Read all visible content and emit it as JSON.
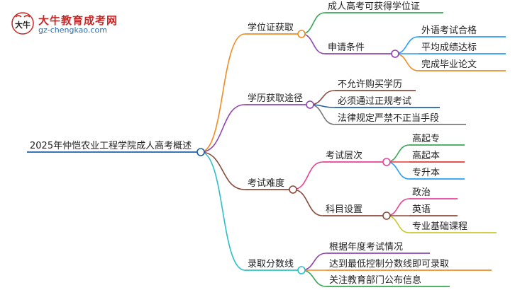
{
  "brand": {
    "logo_glyph": "大牛",
    "name": "大牛教育成考网",
    "url": "gz-chengkao.com"
  },
  "root": {
    "label": "2025年仲恺农业工程学院成人高考概述",
    "color": "#1f5fa8"
  },
  "branches": [
    {
      "label": "学位证获取",
      "color": "#f08c24",
      "children": [
        {
          "label": "成人高考可获得学位证",
          "color": "#3aa655",
          "children": []
        },
        {
          "label": "申请条件",
          "color": "#8e44ad",
          "children": [
            {
              "label": "外语考试合格",
              "color": "#2a9df4"
            },
            {
              "label": "平均成绩达标",
              "color": "#2a9df4"
            },
            {
              "label": "完成毕业论文",
              "color": "#f08c24"
            }
          ]
        }
      ]
    },
    {
      "label": "学历获取途径",
      "color": "#8e44ad",
      "children": [
        {
          "label": "不允许购买学历",
          "color": "#8b4a3c",
          "children": []
        },
        {
          "label": "必须通过正规考试",
          "color": "#1f5fa8",
          "children": []
        },
        {
          "label": "法律规定严禁不正当手段",
          "color": "#7a7a7a",
          "children": []
        }
      ]
    },
    {
      "label": "考试难度",
      "color": "#8b4a3c",
      "children": [
        {
          "label": "考试层次",
          "color": "#e84393",
          "children": [
            {
              "label": "高起专",
              "color": "#3aa655"
            },
            {
              "label": "高起本",
              "color": "#e53935"
            },
            {
              "label": "专升本",
              "color": "#2a9df4"
            }
          ]
        },
        {
          "label": "科目设置",
          "color": "#8b4a3c",
          "children": [
            {
              "label": "政治",
              "color": "#e84393"
            },
            {
              "label": "英语",
              "color": "#8b4a3c"
            },
            {
              "label": "专业基础课程",
              "color": "#c9c930"
            }
          ]
        }
      ]
    },
    {
      "label": "录取分数线",
      "color": "#2cc0c9",
      "children": [
        {
          "label": "根据年度考试情况",
          "color": "#8e44ad",
          "children": []
        },
        {
          "label": "达到最低控制分数线即可录取",
          "color": "#f08c24",
          "children": []
        },
        {
          "label": "关注教育部门公布信息",
          "color": "#3aa655",
          "children": []
        }
      ]
    }
  ]
}
